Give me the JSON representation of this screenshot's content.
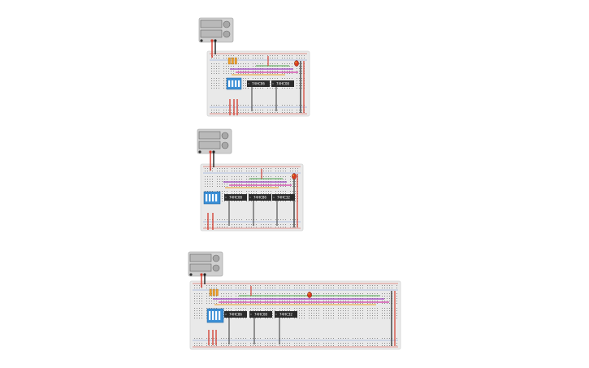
{
  "canvas": {
    "background": "#ffffff"
  },
  "colors": {
    "breadboard": "#e9e9e9",
    "breadboard_edge": "#d4d4d4",
    "hole": "#8a8a8a",
    "power_supply": "#cfcfcf",
    "display": "#b9b9b9",
    "knob": "#a8a8a8",
    "rail_red": "#d33a2c",
    "rail_black": "#222222",
    "dip_switch": "#3b8fd6",
    "chip": "#2b2b2b",
    "led": "#d83b1f",
    "wire_orange": "#f0a02c",
    "wire_purple": "#9b3fbf",
    "wire_magenta": "#d33aa8",
    "wire_green": "#4ca34a",
    "wire_yellow": "#e8c32c",
    "wire_blue": "#3a6bd1"
  },
  "circuits": [
    {
      "id": "circuit-1",
      "chips": [
        {
          "label": "74HC86"
        },
        {
          "label": "74HC08"
        }
      ]
    },
    {
      "id": "circuit-2",
      "chips": [
        {
          "label": "74HC08"
        },
        {
          "label": "74HC86"
        },
        {
          "label": "74HC32"
        }
      ]
    },
    {
      "id": "circuit-3",
      "chips": [
        {
          "label": "74HC86"
        },
        {
          "label": "74HC08"
        },
        {
          "label": "74HC32"
        }
      ]
    }
  ],
  "icons": [
    "power-supply-icon",
    "dip-switch-icon",
    "led-icon",
    "resistor-icon"
  ]
}
